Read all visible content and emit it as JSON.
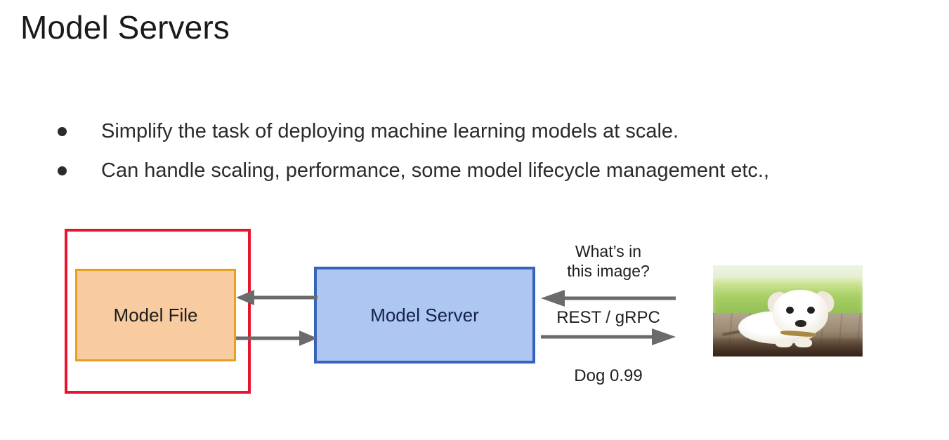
{
  "slide": {
    "title": "Model Servers",
    "bullets": [
      "Simplify the task of deploying machine learning models at scale.",
      "Can handle scaling, performance, some model lifecycle management etc.,"
    ]
  },
  "diagram": {
    "model_file_label": "Model File",
    "model_server_label": "Model Server",
    "request_caption": "What’s in\nthis image?",
    "request_caption_line1": "What’s in",
    "request_caption_line2": "this image?",
    "protocol_caption": "REST / gRPC",
    "response_caption": "Dog 0.99",
    "photo_alt": "white puppy lying on wooden deck",
    "colors": {
      "red_frame": "#e8142d",
      "model_file_fill": "#f8cba0",
      "model_file_border": "#e8a020",
      "model_server_fill": "#aec6f2",
      "model_server_border": "#3465ba",
      "arrow": "#6b6b6b",
      "text": "#2b2b2b",
      "background": "#ffffff"
    }
  }
}
